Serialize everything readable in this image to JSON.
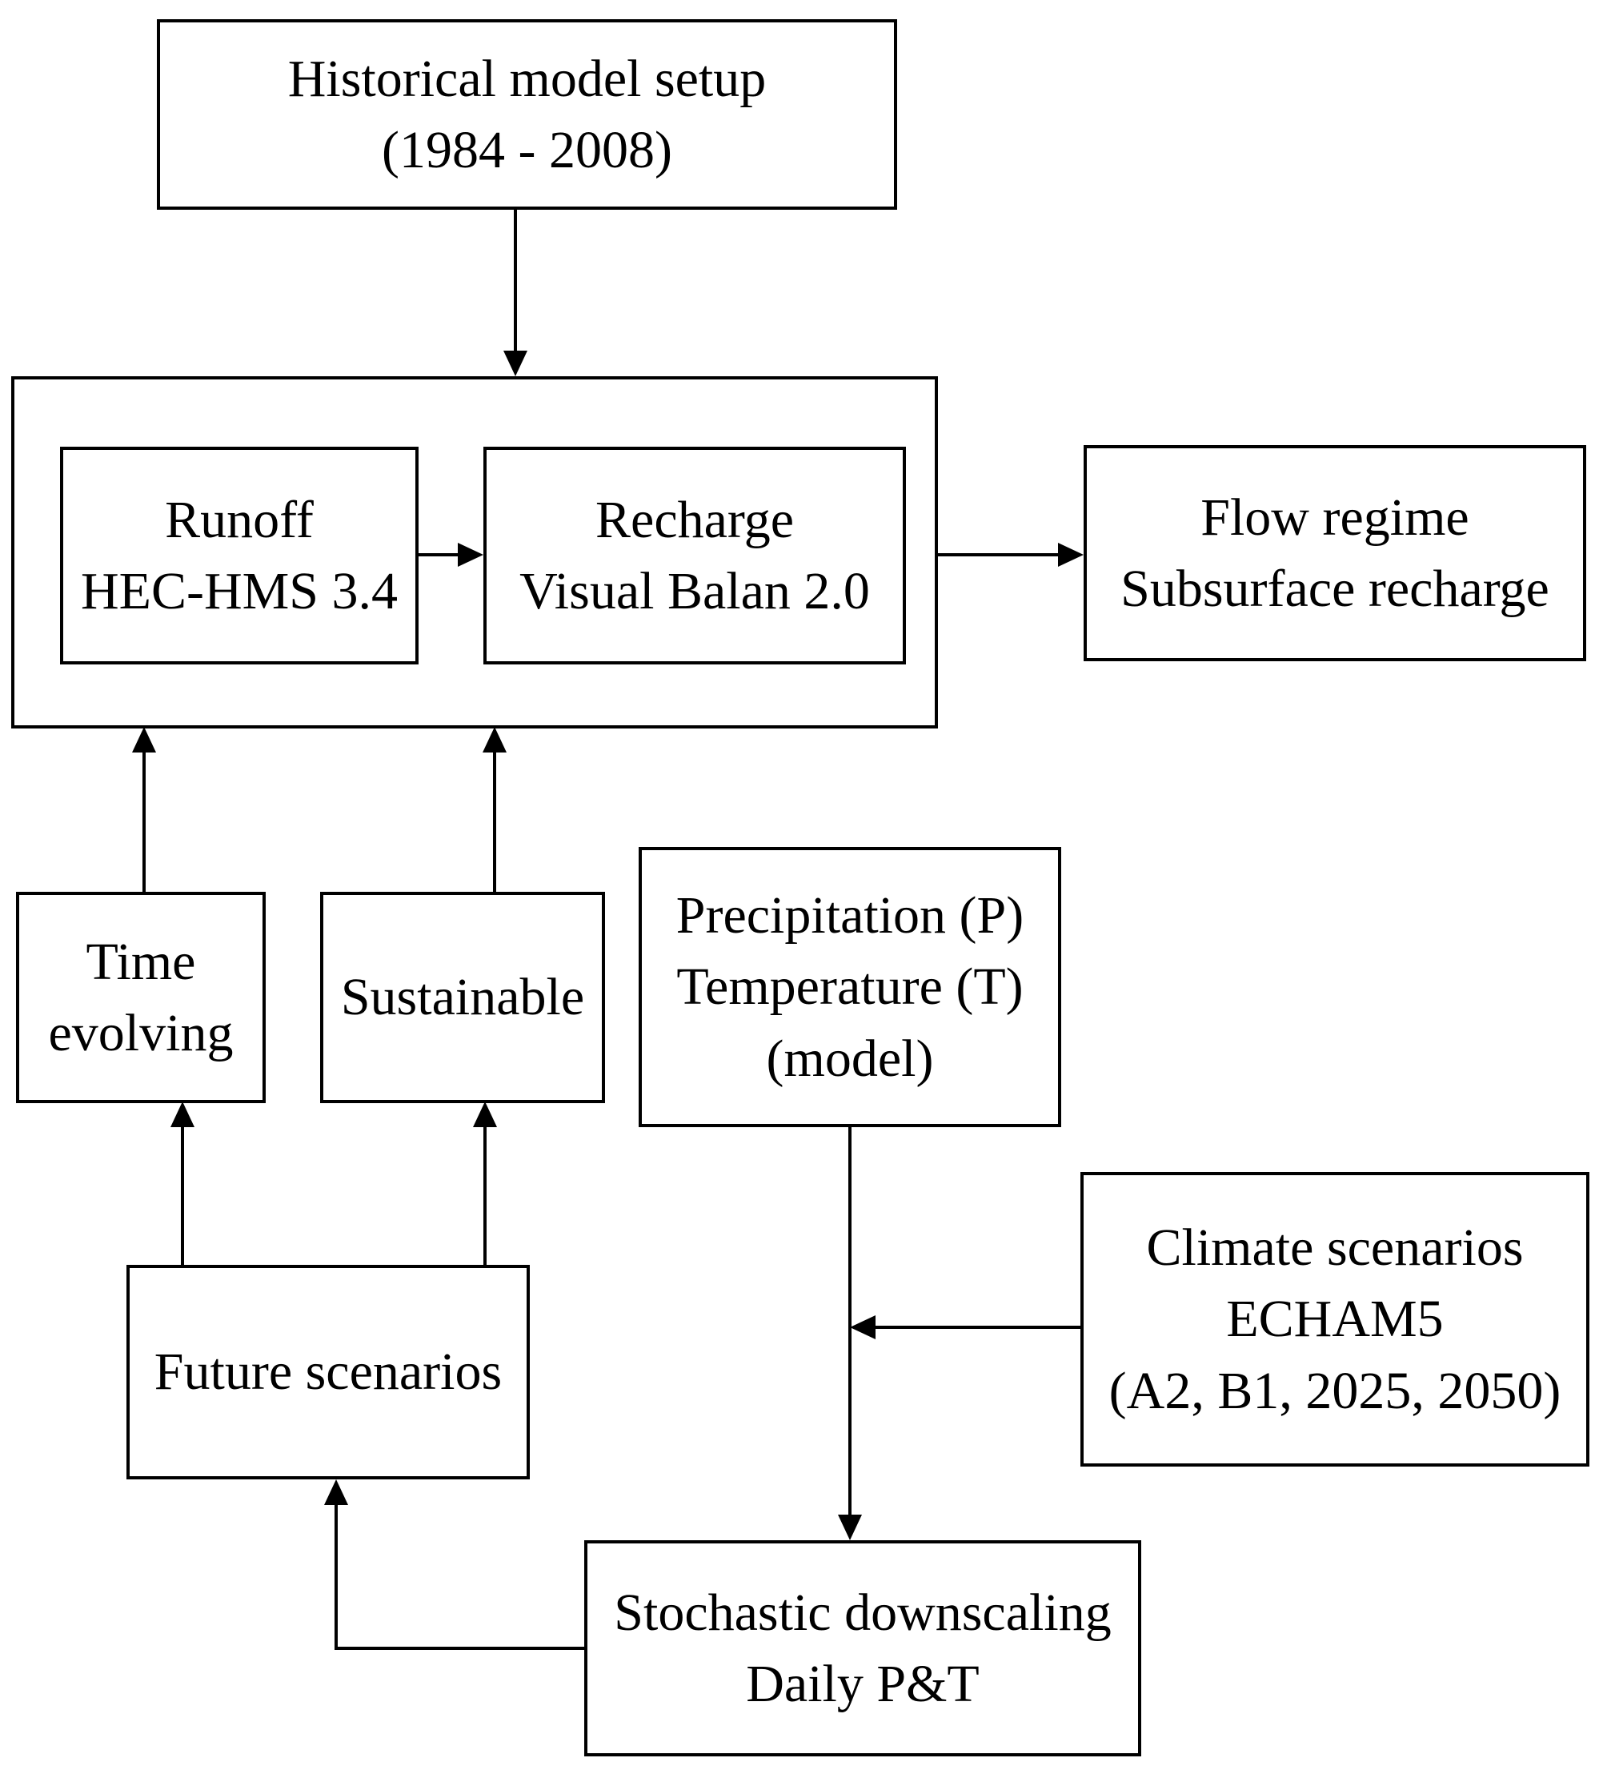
{
  "nodes": {
    "historical": {
      "line1": "Historical model setup",
      "line2": "(1984 - 2008)"
    },
    "runoff": {
      "line1": "Runoff",
      "line2": "HEC-HMS 3.4"
    },
    "recharge": {
      "line1": "Recharge",
      "line2": "Visual Balan 2.0"
    },
    "flow_regime": {
      "line1": "Flow regime",
      "line2": "Subsurface recharge"
    },
    "time_evolving": {
      "line1": "Time",
      "line2": "evolving"
    },
    "sustainable": {
      "line1": "Sustainable"
    },
    "precipitation": {
      "line1": "Precipitation (P)",
      "line2": "Temperature (T)",
      "line3": "(model)"
    },
    "climate": {
      "line1": "Climate scenarios",
      "line2": "ECHAM5",
      "line3": "(A2, B1, 2025, 2050)"
    },
    "future": {
      "line1": "Future scenarios"
    },
    "stochastic": {
      "line1": "Stochastic downscaling",
      "line2": "Daily P&T"
    }
  },
  "edges": [
    "Historical model setup -> models container",
    "Runoff HEC-HMS 3.4 -> Recharge Visual Balan 2.0",
    "models container -> Flow regime / Subsurface recharge",
    "Time evolving -> models container",
    "Sustainable -> models container",
    "Future scenarios -> Time evolving",
    "Future scenarios -> Sustainable",
    "Precipitation/Temperature (model) -> Stochastic downscaling Daily P&T",
    "Climate scenarios ECHAM5 -> Precipitation-to-downscaling line",
    "Stochastic downscaling Daily P&T -> Future scenarios"
  ],
  "colors": {
    "line": "#000000",
    "background": "#ffffff",
    "text": "#000000"
  }
}
